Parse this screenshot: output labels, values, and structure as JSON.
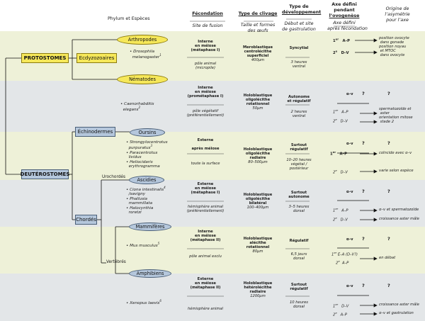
{
  "colors": {
    "band_green": "#eef1d8",
    "band_grey": "#e3e6e8",
    "protostome_fill": "#f6e85a",
    "protostome_border": "#8a7a10",
    "blue_fill": "#b5c7dc",
    "blue_border": "#4a5f78",
    "arrow": "#111111"
  },
  "header": {
    "phylum": "Phylum et Espèces",
    "fecondation": "Fécondation",
    "site_fusion": "Site de fusion",
    "clivage": "Type de clivage",
    "taille": "Taille et formes",
    "des_oeufs": "des œufs",
    "developpement_1": "Type de",
    "developpement_2": "développement",
    "debut": "Début et site",
    "gastrulation": "de gastrulation",
    "axe_1": "Axe défini",
    "axe_2": "pendant",
    "axe_3": "l’ovogenèse",
    "axe_4": "Axe défini",
    "axe_5": "après fécondation",
    "origine_1": "Origine de",
    "origine_2": "l’asymétrie",
    "origine_3": "pour l’axe"
  },
  "taxa": {
    "protostomes": "PROTOSTOMES",
    "deuterostomes": "DEUTÉROSTOMES",
    "ecdyzozoaires": "Ecdyzozoaires",
    "arthropodes": "Arthropodes",
    "nematodes": "Nématodes",
    "echinodermes": "Échinodermes",
    "oursins": "Oursins",
    "chordes": "Chordés",
    "urochordes": "Urochordés",
    "ascidies": "Ascidies",
    "vertebres": "Vertébrés",
    "mammiferes": "Mammifères",
    "amphibiens": "Amphibiens"
  },
  "rows": [
    {
      "species": [
        "Drosophila",
        "melanogaster",
        "1"
      ],
      "fec": [
        "Interne",
        "en méiose",
        "(métaphase I)"
      ],
      "site": [
        "pôle animal",
        "(micropile)"
      ],
      "cliv": [
        "Meroblastique",
        "centrolécithe",
        "superficiel"
      ],
      "size": "400μm",
      "dev": "Syncytial",
      "gast": [
        "3 heures",
        "ventral"
      ],
      "axe_ovo": [
        "1",
        "er",
        "A–P",
        "2",
        "e",
        "D–V"
      ],
      "origine": [
        "position ovocyte",
        "dans gonade",
        "position noyau",
        "et MTOC",
        "dans ovocyte"
      ]
    },
    {
      "species": [
        "Caenorhabditis",
        "elegans",
        "2"
      ],
      "fec": [
        "Interne",
        "en méiose",
        "(prométaphase I)"
      ],
      "site": [
        "pôle végétatif",
        "(préférentiellement)"
      ],
      "cliv": [
        "Holoblastique",
        "oligolécithe",
        "rotationnel"
      ],
      "size": "50μm",
      "dev": [
        "Autonome",
        "et régulatif"
      ],
      "gast": [
        "2 heures",
        "ventral"
      ],
      "axe_hdr": "α–v",
      "axe_post": [
        "1",
        "er",
        "A–P",
        "2",
        "e",
        "D–V"
      ],
      "origine": [
        "spermatozoïde et",
        "aster",
        "orientation mitose",
        "stade 2"
      ]
    },
    {
      "species": [
        "Strongylocentrotus",
        "purpuratus",
        "3",
        "Paracentrotus",
        "lividus",
        "Heliocidaris",
        "erythrogramma"
      ],
      "fec": [
        "Externe",
        "après méiose"
      ],
      "site": [
        "toute la surface"
      ],
      "cliv": [
        "Holoblastique",
        "oligolécithe",
        "radiaire"
      ],
      "size": "80–500μm",
      "dev": [
        "Surtout",
        "régulatif"
      ],
      "gast": [
        "10–20 heures",
        "végétal /",
        "postérieur"
      ],
      "axe_hdr": "α–v",
      "axe_post": [
        "1",
        "er",
        "A–P",
        "2",
        "e",
        "D–V"
      ],
      "origine": [
        "coïncide avec α–v",
        "varie selon espèce"
      ]
    },
    {
      "species": [
        "Ciona intestinalis",
        "4",
        "/savigny",
        "Phallusia",
        "mammillata",
        "Halocynthia",
        "roretzi"
      ],
      "fec": [
        "Externe",
        "en méiose",
        "(métaphase I)"
      ],
      "site": [
        "hémisphère animal",
        "(préférentiellement)"
      ],
      "cliv": [
        "Holoblastique",
        "oligolécithe",
        "bilatéral"
      ],
      "size": "100–400μm",
      "dev": [
        "Surtout",
        "autonome"
      ],
      "gast": [
        "3–5 heures",
        "dorsal"
      ],
      "axe_hdr": "α–v",
      "axe_post": [
        "1",
        "er",
        "A–P",
        "2",
        "e",
        "D–V"
      ],
      "origine": [
        "α–v et spermatozoïde",
        "croissance aster mâle"
      ]
    },
    {
      "species": [
        "Mus musculus",
        "5"
      ],
      "fec": [
        "Interne",
        "en méiose",
        "(métaphase II)"
      ],
      "site": [
        "pôle animal exclu"
      ],
      "cliv": [
        "Holoblastique",
        "alécithe",
        "rotationnel"
      ],
      "size": "80μm",
      "dev": "Régulatif",
      "gast": [
        "6,5 jours",
        "dorsal"
      ],
      "axe_hdr": "α–v",
      "axe_post": [
        "1",
        "er",
        "E–A (D–V?)",
        "2",
        "e",
        "A–P"
      ],
      "origine": [
        "en débat"
      ]
    },
    {
      "species": [
        "Xenopus laevis",
        "6"
      ],
      "fec": [
        "Externe",
        "en méiose",
        "(métaphase II)"
      ],
      "site": [
        "hémisphère animal"
      ],
      "cliv": [
        "Holoblastique",
        "hétérolécithe",
        "radiaire"
      ],
      "size": "1200μm",
      "dev": [
        "Surtout",
        "régulatif"
      ],
      "gast": [
        "10 heures",
        "dorsal"
      ],
      "axe_hdr": "α–v",
      "axe_post": [
        "1",
        "er",
        "D–V",
        "2",
        "e",
        "A–P"
      ],
      "origine": [
        "croissance aster mâle",
        "α–v et gastrulation"
      ]
    }
  ],
  "question": "?"
}
